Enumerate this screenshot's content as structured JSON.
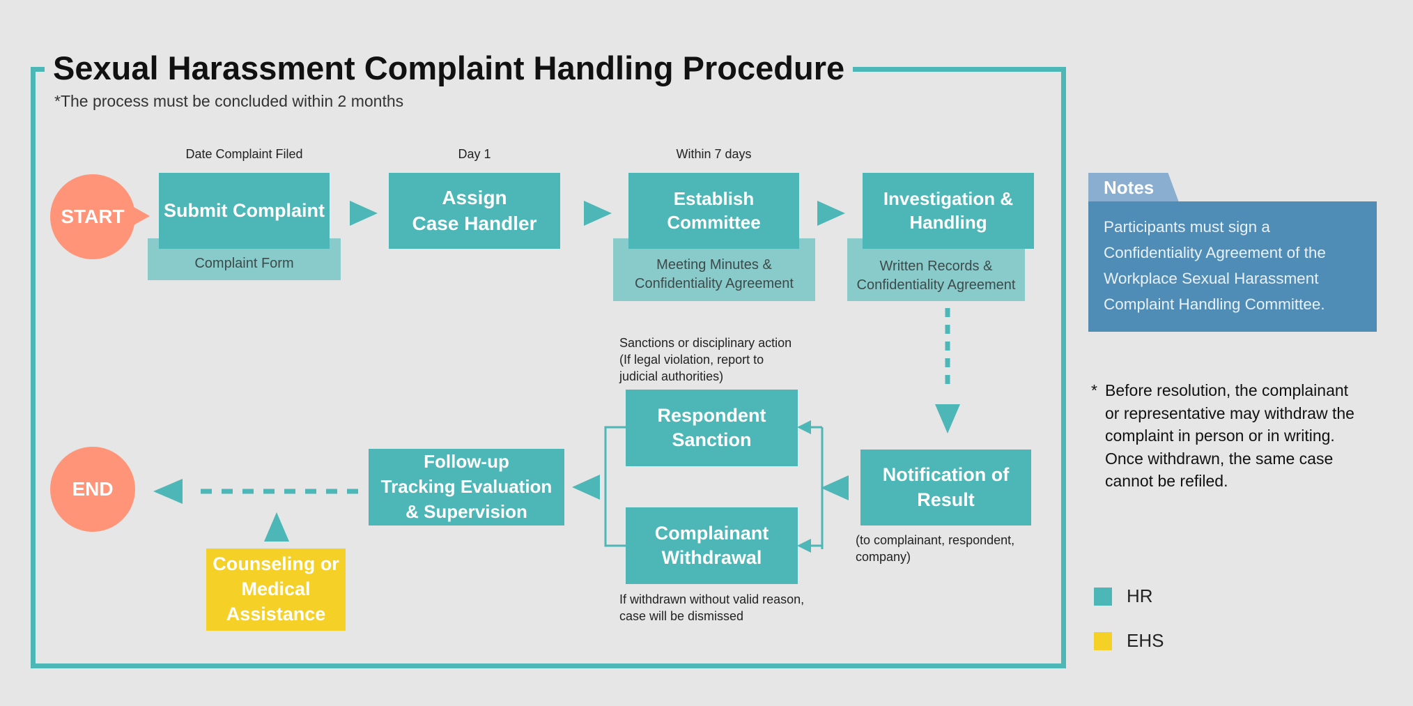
{
  "title": "Sexual Harassment Complaint Handling Procedure",
  "subtitle": "*The process must be concluded within 2 months",
  "timeline": {
    "date_filed": "Date Complaint Filed",
    "day1": "Day 1",
    "within7": "Within 7 days"
  },
  "nodes": {
    "start": "START",
    "end": "END",
    "submit": "Submit Complaint",
    "assign_l1": "Assign",
    "assign_l2": "Case Handler",
    "establish_l1": "Establish",
    "establish_l2": "Committee",
    "investigation_l1": "Investigation &",
    "investigation_l2": "Handling",
    "notification_l1": "Notification of",
    "notification_l2": "Result",
    "respondent_l1": "Respondent",
    "respondent_l2": "Sanction",
    "withdrawal_l1": "Complainant",
    "withdrawal_l2": "Withdrawal",
    "followup_l1": "Follow-up",
    "followup_l2": "Tracking Evaluation",
    "followup_l3": "& Supervision",
    "counseling_l1": "Counseling or",
    "counseling_l2": "Medical",
    "counseling_l3": "Assistance"
  },
  "docs": {
    "complaint_form": "Complaint Form",
    "minutes_l1": "Meeting Minutes &",
    "minutes_l2": "Confidentiality Agreement",
    "records_l1": "Written Records &",
    "records_l2": "Confidentiality Agreement"
  },
  "annotations": {
    "sanction_l1": "Sanctions or disciplinary action",
    "sanction_l2": "(If legal violation, report to",
    "sanction_l3": "judicial authorities)",
    "notify_l1": "(to complainant, respondent,",
    "notify_l2": "company)",
    "withdraw_l1": "If withdrawn without valid reason,",
    "withdraw_l2": "case will be dismissed"
  },
  "notes": {
    "header": "Notes",
    "body_l1": "Participants must sign a",
    "body_l2": "Confidentiality Agreement of the",
    "body_l3": "Workplace Sexual Harassment",
    "body_l4": "Complaint Handling Committee.",
    "star": "*",
    "extra_l1": "Before resolution, the complainant",
    "extra_l2": "or representative may withdraw the",
    "extra_l3": "complaint in person or in writing.",
    "extra_l4": "Once withdrawn, the same case",
    "extra_l5": "cannot be refiled."
  },
  "legend": [
    {
      "label": "HR",
      "color": "#4db6b6"
    },
    {
      "label": "EHS",
      "color": "#f5d026"
    }
  ]
}
